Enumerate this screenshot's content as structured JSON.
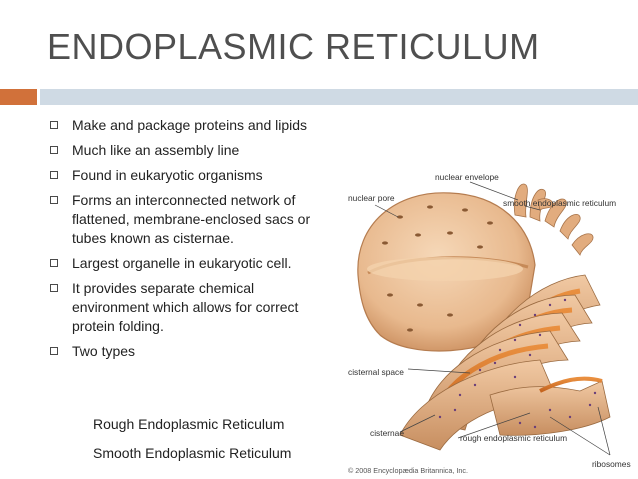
{
  "slide": {
    "title": "ENDOPLASMIC RETICULUM",
    "bullets": [
      "Make and package proteins and lipids",
      "Much like an assembly line",
      "Found in eukaryotic organisms",
      "Forms an interconnected network of flattened, membrane-enclosed sacs or tubes known as cisternae.",
      "Largest organelle in eukaryotic cell.",
      "It provides separate chemical environment which allows for correct protein folding.",
      "Two types"
    ],
    "sub_items": [
      "Rough Endoplasmic Reticulum",
      "Smooth Endoplasmic Reticulum"
    ]
  },
  "figure": {
    "labels": {
      "nuclear_envelope": "nuclear envelope",
      "nuclear_pore": "nuclear pore",
      "smooth_er": "smooth endoplasmic reticulum",
      "cisternal_space": "cisternal space",
      "cisternae": "cisternae",
      "rough_er": "rough endoplasmic reticulum",
      "ribosomes": "ribosomes"
    },
    "copyright": "© 2008 Encyclopædia Britannica, Inc."
  },
  "colors": {
    "accent_orange": "#d1713a",
    "accent_blue": "#cfdae4",
    "membrane": "#e5b48a",
    "membrane_dark": "#b98456",
    "lumen": "#d77a2f"
  }
}
